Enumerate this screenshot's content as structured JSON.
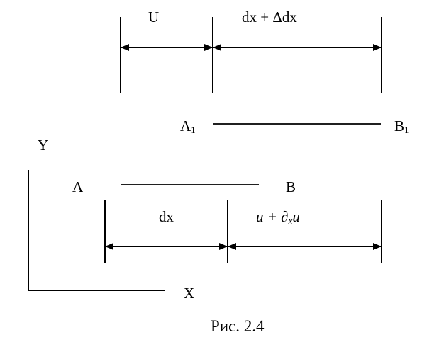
{
  "figure": {
    "caption": "Рис. 2.4",
    "top_dimensions": {
      "left_label": "U",
      "right_label": "dx + Δdx"
    },
    "deformed_segment": {
      "start_label": "A",
      "start_subscript": "1",
      "end_label": "B",
      "end_subscript": "1"
    },
    "axes": {
      "y_label": "Y",
      "x_label": "X"
    },
    "original_segment": {
      "start_label": "A",
      "end_label": "B"
    },
    "bottom_dimensions": {
      "left_label": "dx",
      "right_u": "u",
      "right_plus": " + ∂",
      "right_sub": "x",
      "right_u2": "u"
    }
  }
}
